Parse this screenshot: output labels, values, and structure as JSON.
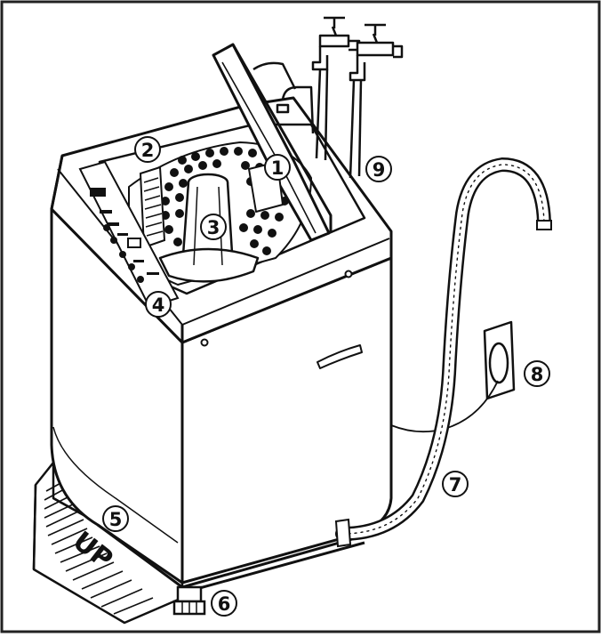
{
  "callouts": [
    {
      "id": "1",
      "label": "1"
    },
    {
      "id": "2",
      "label": "2"
    },
    {
      "id": "3",
      "label": "3"
    },
    {
      "id": "4",
      "label": "4"
    },
    {
      "id": "5",
      "label": "5"
    },
    {
      "id": "6",
      "label": "6"
    },
    {
      "id": "7",
      "label": "7"
    },
    {
      "id": "8",
      "label": "8"
    },
    {
      "id": "9",
      "label": "9"
    }
  ],
  "base_mark": "UP",
  "colors": {
    "line": "#111111",
    "background": "#ffffff",
    "frame": "#222222"
  }
}
